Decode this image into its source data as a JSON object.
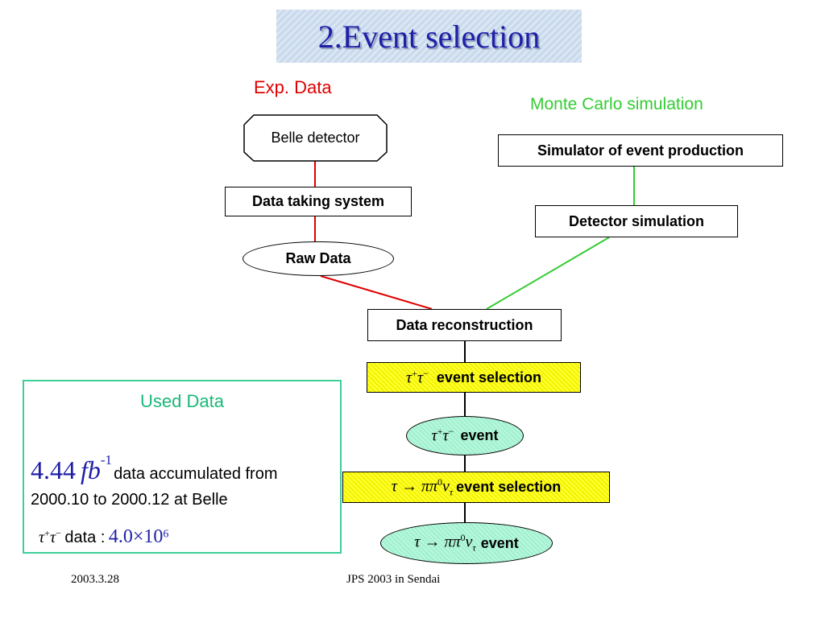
{
  "title": "2.Event selection",
  "exp_label": "Exp. Data",
  "mc_label": "Monte Carlo simulation",
  "nodes": {
    "belle_detector": "Belle detector",
    "data_taking": "Data taking system",
    "raw_data": "Raw Data",
    "simulator": "Simulator of event production",
    "detector_sim": "Detector simulation",
    "reconstruction": "Data reconstruction",
    "tautau_selection": "event selection",
    "tautau_event": "event",
    "pipi_selection": "event selection",
    "pipi_event": "event"
  },
  "math": {
    "tau_pair": "τ⁺τ⁻",
    "tau_decay": "τ → ππ⁰ν_τ"
  },
  "used_data": {
    "title": "Used Data",
    "lumi_value": "4.44",
    "lumi_unit": "fb",
    "lumi_exp": "-1",
    "desc_line1": "data accumulated from",
    "desc_line2": "2000.10 to 2000.12 at Belle",
    "count_label": "data :",
    "count_mantissa": "4.0",
    "count_times": "×10",
    "count_exp": "6"
  },
  "footer": {
    "date": "2003.3.28",
    "venue": "JPS 2003 in Sendai"
  },
  "colors": {
    "exp_line": "#e00000",
    "mc_line": "#33cc33",
    "used_border": "#3ccf96"
  }
}
